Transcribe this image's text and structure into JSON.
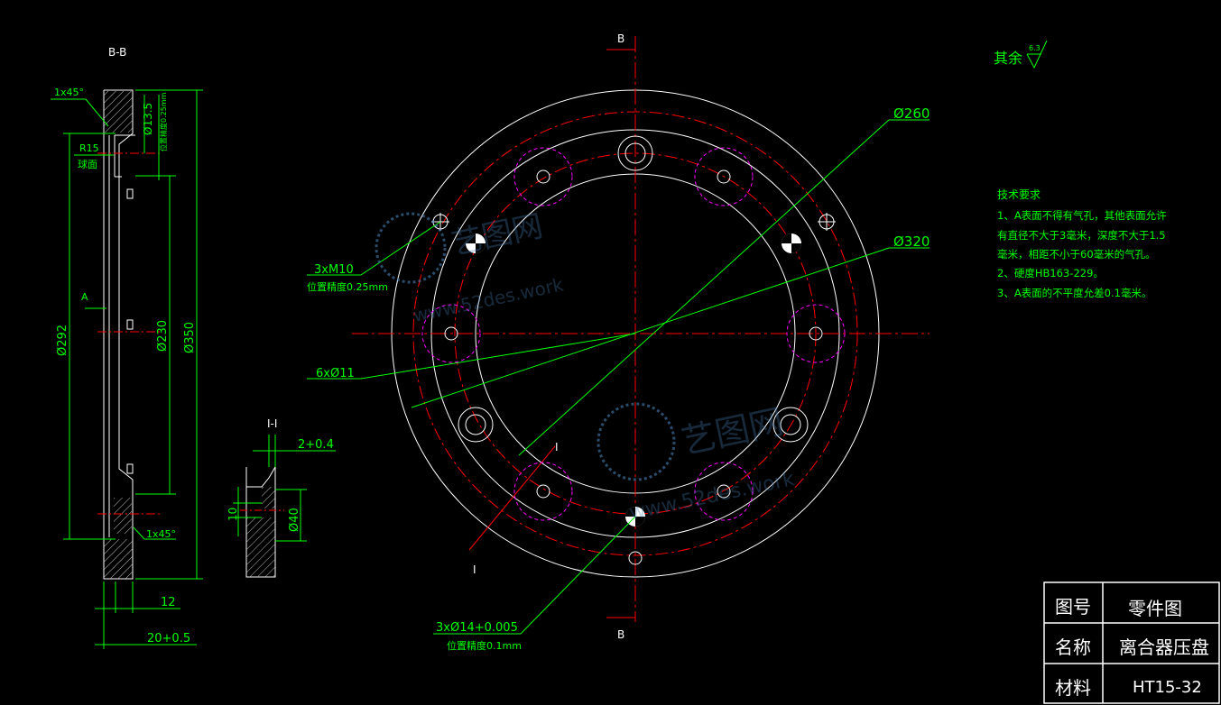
{
  "section_view": {
    "title": "B-B",
    "chamfer_top": "1x45°",
    "chamfer_bottom": "1x45°",
    "radius": "R15",
    "radius_note": "球面",
    "surface_a": "A",
    "dim_dia_13_5": "Ø13.5",
    "dim_position_note": "位置精度0.25mm",
    "dim_292": "Ø292",
    "dim_230": "Ø230",
    "dim_350": "Ø350",
    "dim_12": "12",
    "dim_20": "20+0.5"
  },
  "detail_view": {
    "title": "I-I",
    "dim_width": "2+0.4",
    "dim_height": "10",
    "dim_dia": "Ø40"
  },
  "main_view": {
    "section_mark_top": "B",
    "section_mark_bottom": "B",
    "section_mark_i_upper": "I",
    "section_mark_i_lower": "I",
    "dim_260": "Ø260",
    "dim_320": "Ø320",
    "label_m10": "3xM10",
    "label_m10_note": "位置精度0.25mm",
    "label_6x11": "6xØ11",
    "label_14": "3xØ14+0.005",
    "label_14_note": "位置精度0.1mm"
  },
  "surface_finish": {
    "label": "其余",
    "value": "6.3"
  },
  "tech_requirements": {
    "title": "技术要求",
    "lines": [
      "1、A表面不得有气孔，其他表面允许",
      "有直径不大于3毫米，深度不大于1.5",
      "毫米，相距不小于60毫米的气孔。",
      "2、硬度HB163-229。",
      "3、A表面的不平度允差0.1毫米。"
    ]
  },
  "title_block": {
    "row1_label": "图号",
    "row1_value": "零件图",
    "row2_label": "名称",
    "row2_value": "离合器压盘",
    "row3_label": "材料",
    "row3_value": "HT15-32"
  },
  "watermarks": {
    "brand": "艺图网",
    "url": "www.52des.work"
  },
  "colors": {
    "background": "#000000",
    "outline": "#ffffff",
    "centerline": "#ff0000",
    "dimension": "#00ff00",
    "hidden_circle": "#ff00ff",
    "hatch": "#c0c0c0"
  }
}
